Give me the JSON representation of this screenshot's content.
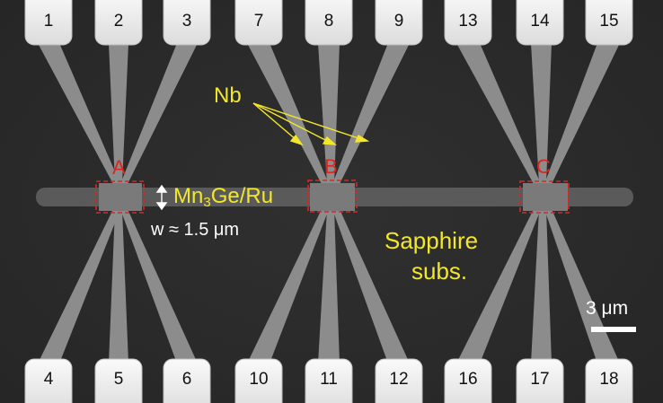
{
  "pads_top": [
    "1",
    "2",
    "3",
    "7",
    "8",
    "9",
    "13",
    "14",
    "15"
  ],
  "pads_bottom": [
    "4",
    "5",
    "6",
    "10",
    "11",
    "12",
    "16",
    "17",
    "18"
  ],
  "regions": [
    "A",
    "B",
    "C"
  ],
  "electrode_label": "Nb",
  "film_label": {
    "prefix": "Mn",
    "subscript": "3",
    "suffix": "Ge/Ru"
  },
  "width_label": "w ≈ 1.5 μm",
  "substrate_label": {
    "line1": "Sapphire",
    "line2": "subs."
  },
  "scale_bar_label": "3 μm",
  "colors": {
    "background": "#2c2c2c",
    "electrode": "#8a8a8a",
    "pad": "#f2f2f2",
    "annotation_yellow": "#f2e829",
    "region_red": "#e0241f"
  }
}
